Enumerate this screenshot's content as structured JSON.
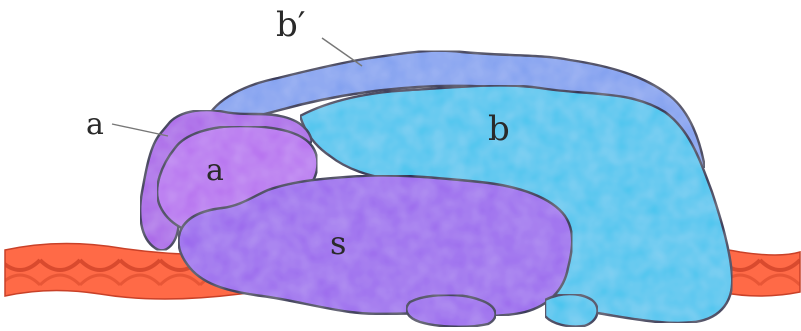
{
  "labels": {
    "b_prime": "b′",
    "a_outer": "a",
    "b": "b",
    "a_inner": "a",
    "s": "s"
  },
  "colors": {
    "background": "#ffffff",
    "strand": "#ff6a47",
    "strand_dark": "#d94a2e",
    "subunit_b_prime": "#7f9ff0",
    "subunit_b": "#45c4ef",
    "subunit_a_outer": "#a962e8",
    "subunit_a_inner": "#b66ef0",
    "subunit_s": "#9a66ee",
    "outline": "#1c1f4a"
  }
}
